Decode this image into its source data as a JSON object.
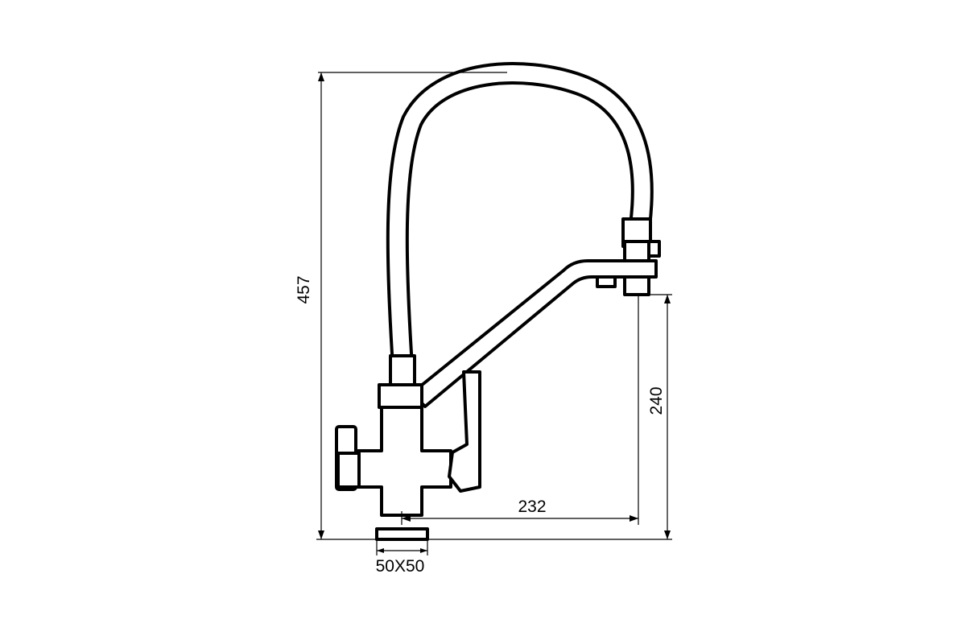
{
  "dimensions": {
    "total_height": "457",
    "spout_height": "240",
    "spout_reach": "232",
    "base_size": "50X50"
  }
}
